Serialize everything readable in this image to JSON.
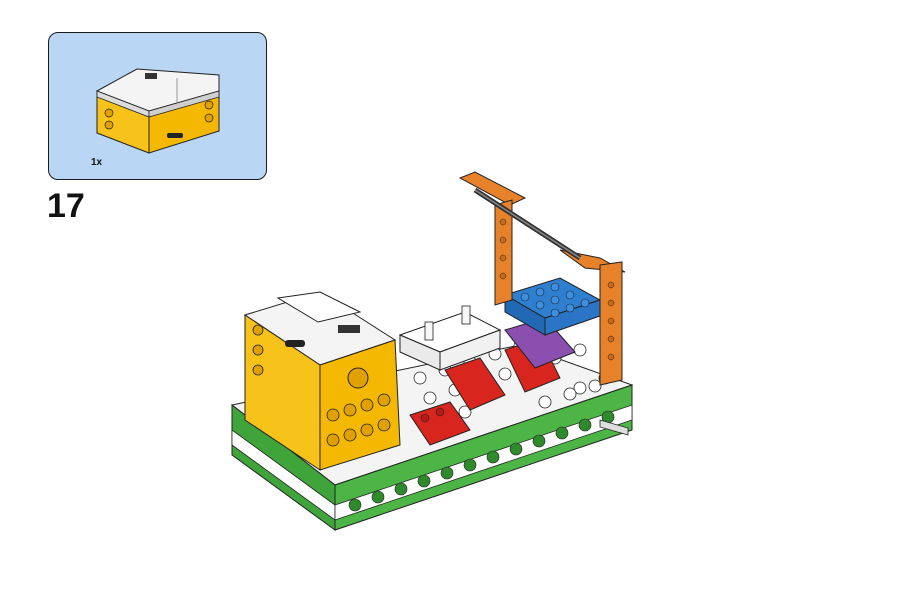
{
  "callout": {
    "quantity_label": "1x",
    "part_icon": "hub-box-icon"
  },
  "step": {
    "number": "17"
  },
  "model": {
    "icon": "lego-model-assembly-illustration",
    "colors": {
      "yellow": "#f7c21a",
      "green": "#3fa53a",
      "orange": "#e8822a",
      "blue": "#2f7fd0",
      "red": "#d8261e",
      "purple": "#8b4fb0",
      "white": "#ffffff",
      "callout_bg": "#b9d6f5"
    }
  }
}
